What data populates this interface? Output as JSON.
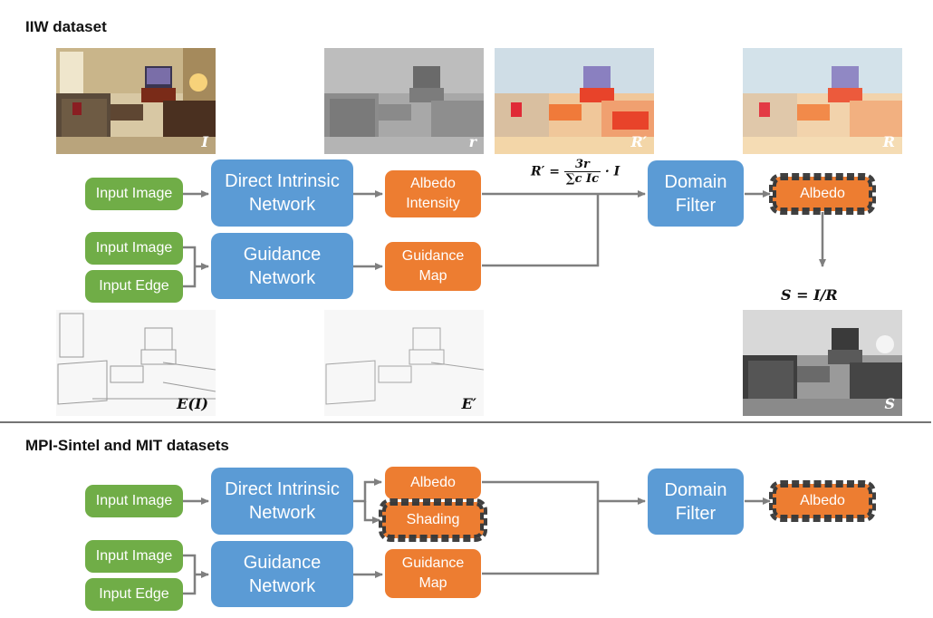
{
  "iiw": {
    "title": "IIW dataset",
    "thumbs": {
      "I": "I",
      "r": "r",
      "Rprime": "R′",
      "R": "R",
      "EI": "E(I)",
      "Eprime": "E′",
      "S": "S"
    },
    "input_image": "Input Image",
    "input_image_2": "Input Image",
    "input_edge": "Input Edge",
    "din": "Direct Intrinsic\nNetwork",
    "guidance_net": "Guidance\nNetwork",
    "albedo_intensity": "Albedo\nIntensity",
    "guidance_map": "Guidance\nMap",
    "domain_filter": "Domain\nFilter",
    "albedo_out": "Albedo",
    "formula_r": {
      "lhs": "R′ =",
      "num": "3r",
      "den": "∑c Ic",
      "rhs": "· I"
    },
    "formula_s": "S = I/R"
  },
  "mpi": {
    "title": "MPI-Sintel and MIT datasets",
    "input_image": "Input Image",
    "input_image_2": "Input Image",
    "input_edge": "Input Edge",
    "din": "Direct Intrinsic\nNetwork",
    "guidance_net": "Guidance\nNetwork",
    "albedo": "Albedo",
    "shading": "Shading",
    "guidance_map": "Guidance\nMap",
    "domain_filter": "Domain\nFilter",
    "albedo_out": "Albedo"
  },
  "colors": {
    "green": "#70ad47",
    "blue": "#5b9bd5",
    "orange": "#ed7d31",
    "arrow": "#7f7f7f",
    "dashed_border": "#3a3a3a"
  }
}
